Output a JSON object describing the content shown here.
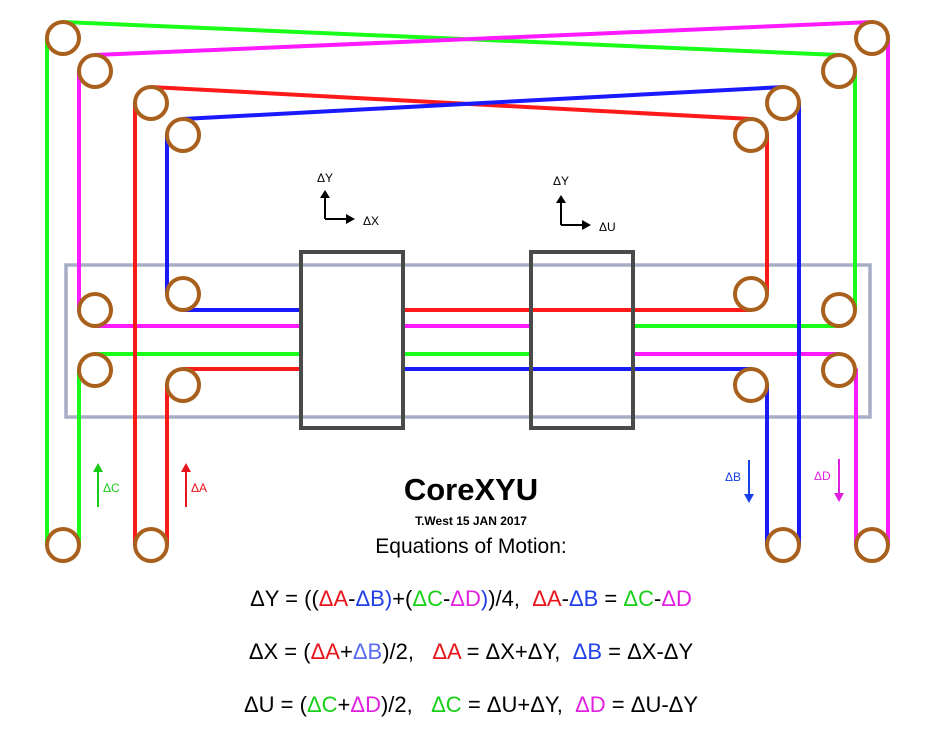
{
  "title": "CoreXYU",
  "author_line": "T.West  15 JAN 2017",
  "equations_heading": "Equations of Motion:",
  "colors": {
    "belt_A": "#ff1a1a",
    "belt_B": "#1a1aff",
    "belt_C": "#1aff1a",
    "belt_D": "#ff1aff",
    "pulley": "#a8601c",
    "frame": "#a7adc5",
    "carriage": "#4a4a4a"
  },
  "axes": {
    "carriage1": {
      "vertical": "ΔY",
      "horizontal": "ΔX"
    },
    "carriage2": {
      "vertical": "ΔY",
      "horizontal": "ΔU"
    }
  },
  "motor_labels": {
    "A": {
      "text": "ΔA",
      "direction": "up"
    },
    "B": {
      "text": "ΔB",
      "direction": "down"
    },
    "C": {
      "text": "ΔC",
      "direction": "up"
    },
    "D": {
      "text": "ΔD",
      "direction": "down"
    }
  },
  "equations": [
    [
      {
        "t": "ΔY = ((",
        "c": "k"
      },
      {
        "t": "ΔA",
        "c": "A"
      },
      {
        "t": "-",
        "c": "k"
      },
      {
        "t": "ΔB)",
        "c": "B"
      },
      {
        "t": "+(",
        "c": "k"
      },
      {
        "t": "ΔC",
        "c": "C"
      },
      {
        "t": "-",
        "c": "k"
      },
      {
        "t": "ΔD",
        "c": "D"
      },
      {
        "t": ")",
        "c": "B"
      },
      {
        "t": ")/4,  ",
        "c": "k"
      },
      {
        "t": "ΔA",
        "c": "A"
      },
      {
        "t": "-",
        "c": "k"
      },
      {
        "t": "ΔB",
        "c": "B"
      },
      {
        "t": " = ",
        "c": "k"
      },
      {
        "t": "ΔC",
        "c": "C"
      },
      {
        "t": "-",
        "c": "k"
      },
      {
        "t": "ΔD",
        "c": "D"
      }
    ],
    [
      {
        "t": "ΔX = (",
        "c": "k"
      },
      {
        "t": "ΔA",
        "c": "A"
      },
      {
        "t": "+",
        "c": "k"
      },
      {
        "t": "ΔB",
        "c": "B2"
      },
      {
        "t": ")/2,   ",
        "c": "k"
      },
      {
        "t": "ΔA",
        "c": "A"
      },
      {
        "t": " = ΔX+ΔY,  ",
        "c": "k"
      },
      {
        "t": "ΔB",
        "c": "B"
      },
      {
        "t": " = ΔX-ΔY",
        "c": "k"
      }
    ],
    [
      {
        "t": "ΔU = (",
        "c": "k"
      },
      {
        "t": "ΔC",
        "c": "C"
      },
      {
        "t": "+",
        "c": "k"
      },
      {
        "t": "ΔD",
        "c": "D"
      },
      {
        "t": ")/2,   ",
        "c": "k"
      },
      {
        "t": "ΔC",
        "c": "C"
      },
      {
        "t": " = ΔU+ΔY,  ",
        "c": "k"
      },
      {
        "t": "ΔD",
        "c": "D"
      },
      {
        "t": " = ΔU-ΔY",
        "c": "k"
      }
    ]
  ]
}
